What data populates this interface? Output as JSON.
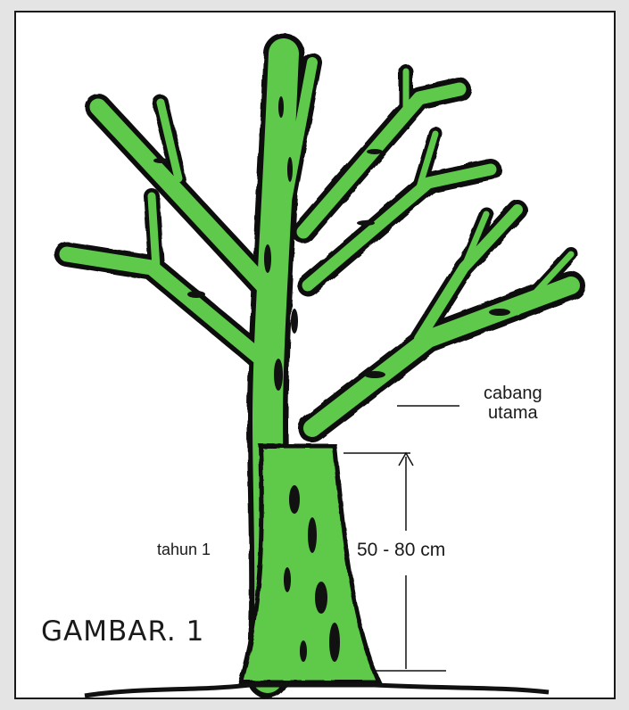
{
  "figure": {
    "caption": "GAMBAR. 1",
    "labels": {
      "main_branch_line1": "cabang",
      "main_branch_line2": "utama",
      "year": "tahun 1",
      "height_range": "50 - 80 cm"
    },
    "colors": {
      "foliage_green": "#5ec94a",
      "outline": "#111111",
      "background": "#ffffff"
    }
  }
}
